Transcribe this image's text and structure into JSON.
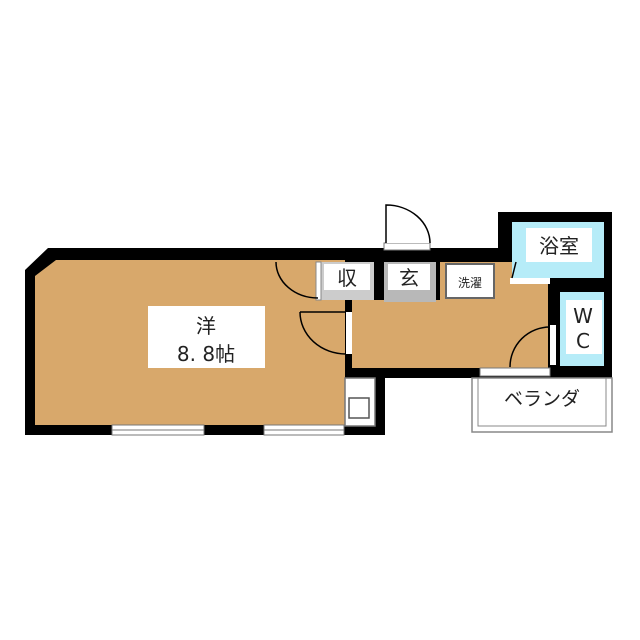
{
  "rooms": {
    "western_room": {
      "type": "洋",
      "size": "8. 8帖"
    },
    "storage": "収",
    "entrance": "玄",
    "laundry": "洗濯",
    "bathroom": "浴室",
    "toilet_line1": "W",
    "toilet_line2": "C",
    "balcony": "ベランダ"
  },
  "colors": {
    "floor": "#D8A86B",
    "wet_area": "#B6ECF8",
    "entrance_floor": "#B8B8B8",
    "wall": "#000000"
  }
}
